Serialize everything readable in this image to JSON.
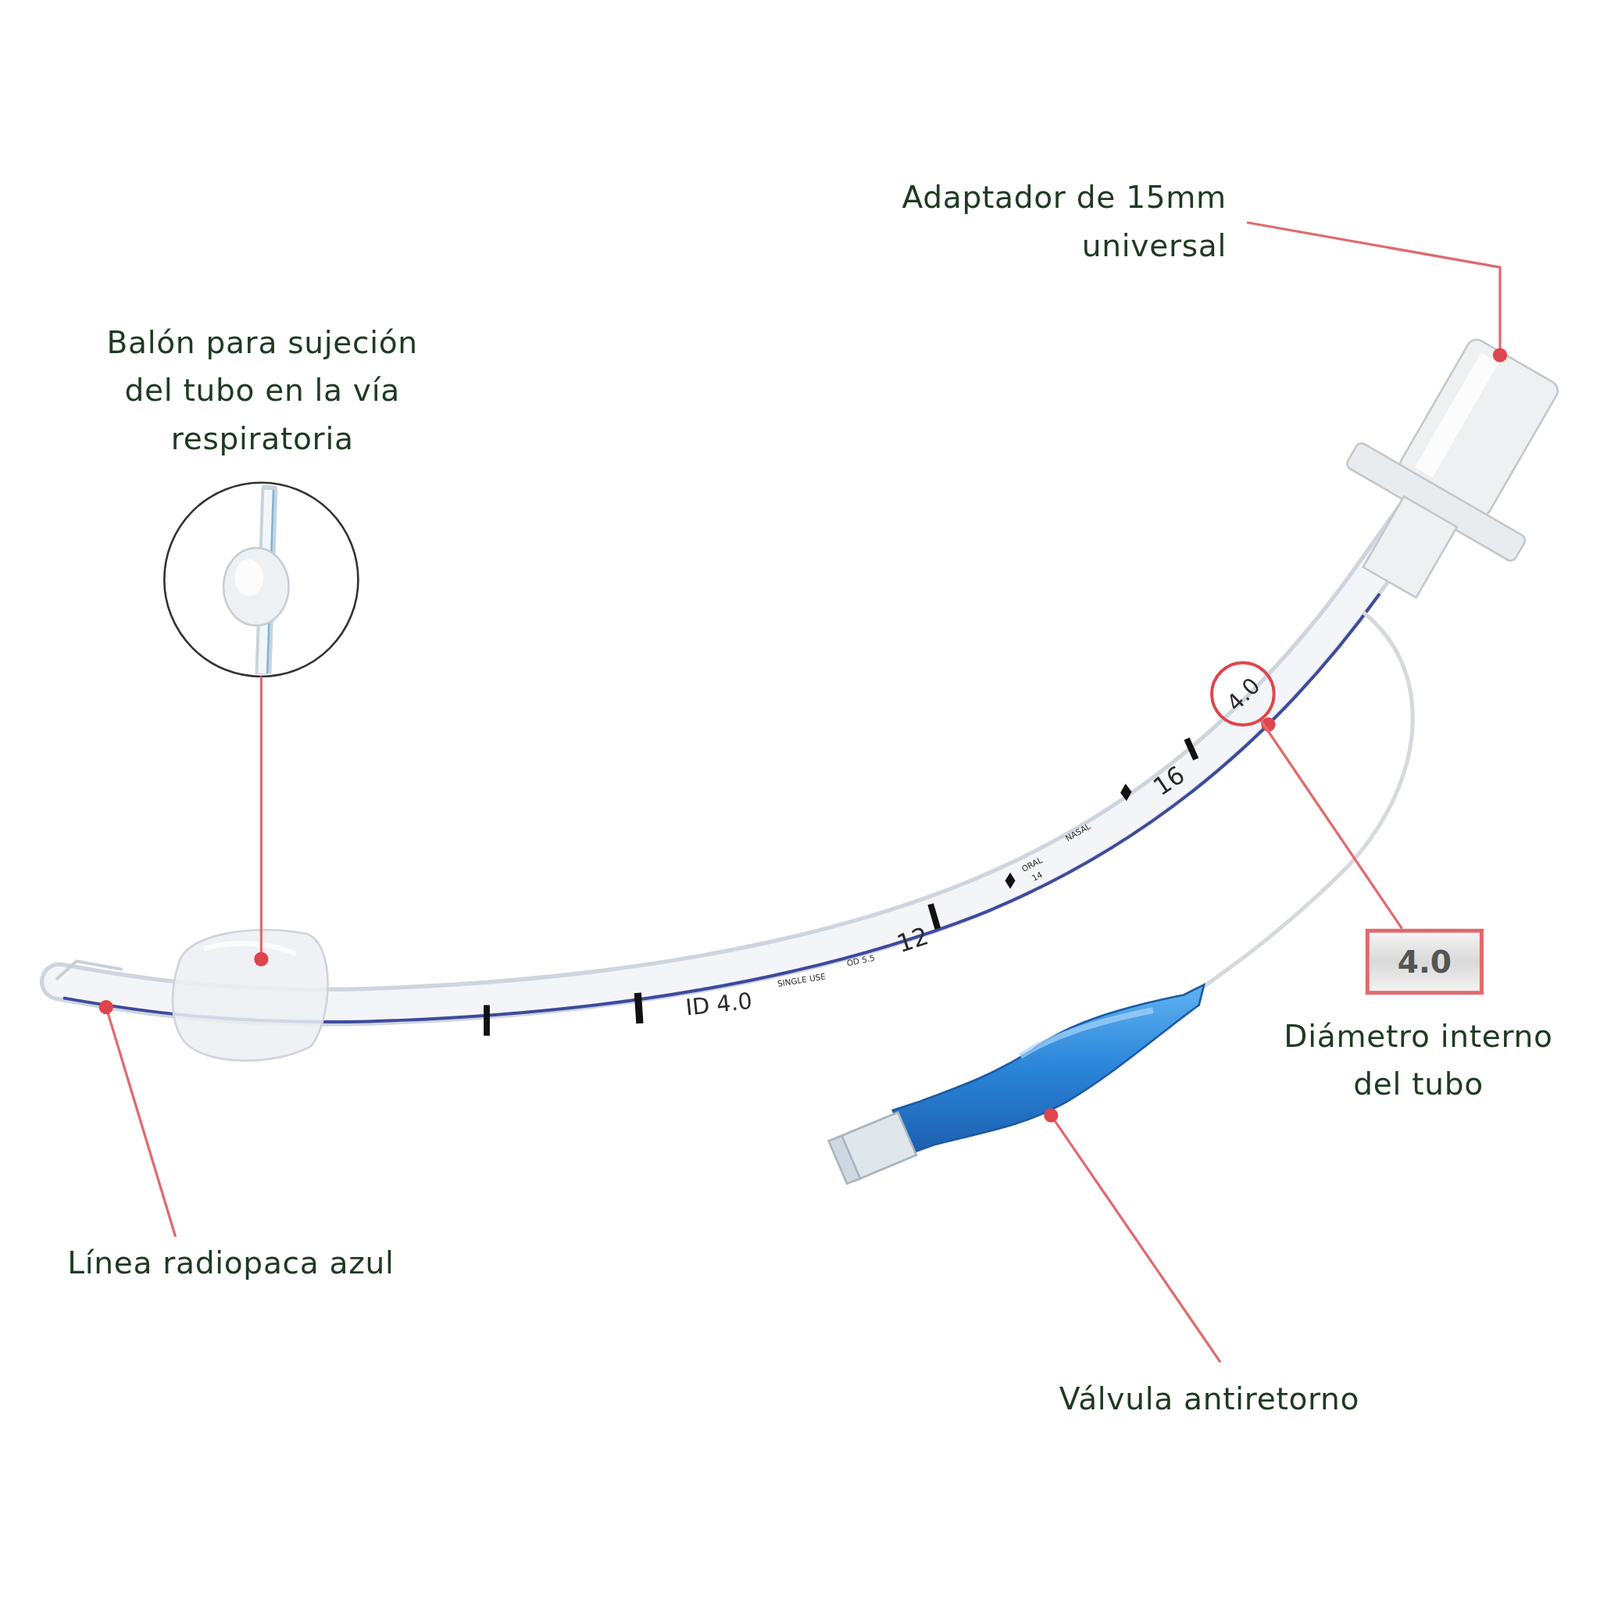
{
  "diagram": {
    "nodes": [
      {
        "text": [
          "4.0"
        ]
      },
      {
        "text": [
          "4.0"
        ]
      }
    ],
    "edges": [
      {
        "from": 0,
        "to": 1,
        "arrow": "none"
      }
    ],
    "labels": [
      "Adaptador de 15mm universal",
      "Balón para sujeción del tubo en la vía respiratoria",
      "ID 4.0",
      "SINGLE USE",
      "OD 5.5",
      "12",
      "ORAL",
      "14",
      "NASAL",
      "16",
      "Diámetro interno del tubo",
      "Línea radiopaca azul",
      "Válvula antiretorno"
    ]
  }
}
